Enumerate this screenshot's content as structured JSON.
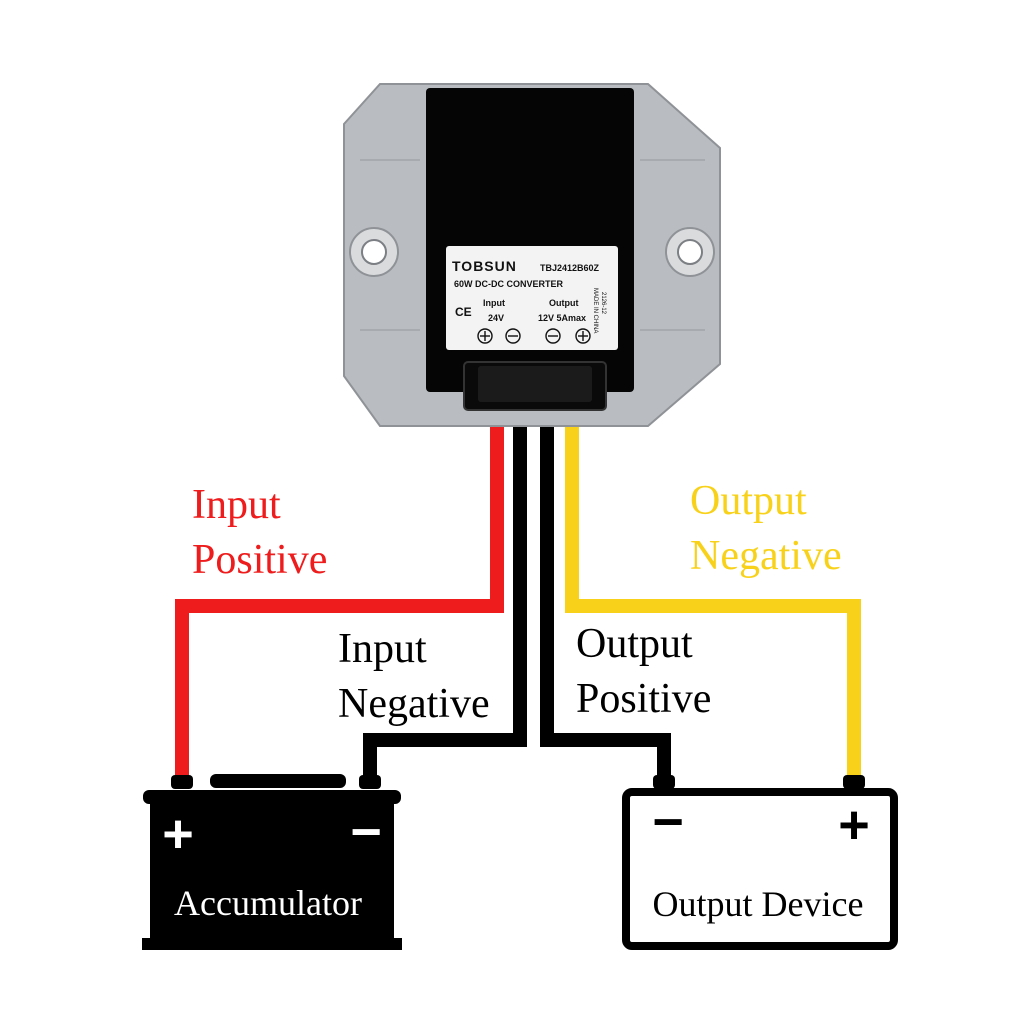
{
  "colors": {
    "red_wire": "#ee1c1c",
    "black_wire": "#000000",
    "yellow_wire": "#f8d21a",
    "housing": "#b9bcc0",
    "panel": "#050505",
    "sticker": "#f3f3f3",
    "background": "#ffffff"
  },
  "device": {
    "brand": "TOBSUN",
    "model": "TBJ2412B60Z",
    "description": "60W DC-DC CONVERTER",
    "input_heading": "Input",
    "input_value": "24V",
    "output_heading": "Output",
    "output_value": "12V 5Amax",
    "ce_mark": "CE",
    "side_line_1": "2126-12",
    "side_line_2": "MADE IN CHINA",
    "icons": [
      "plus-circle-icon",
      "minus-circle-icon",
      "minus-circle-icon",
      "plus-circle-icon"
    ]
  },
  "wires": {
    "input_positive": [
      "Input",
      "Positive"
    ],
    "input_negative": [
      "Input",
      "Negative"
    ],
    "output_positive": [
      "Output",
      "Positive"
    ],
    "output_negative": [
      "Output",
      "Negative"
    ]
  },
  "accumulator": {
    "label": "Accumulator",
    "plus": "+",
    "minus": "−"
  },
  "output_device": {
    "label": "Output Device",
    "plus": "+",
    "minus": "−"
  }
}
